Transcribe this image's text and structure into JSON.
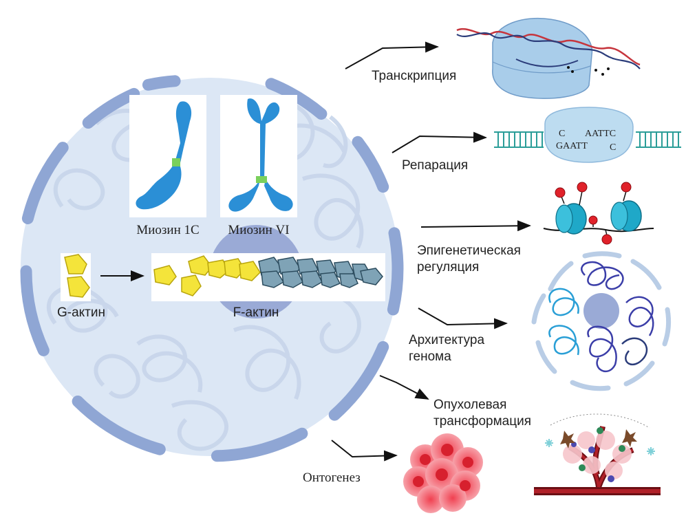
{
  "labels": {
    "myosin_1c": "Миозин 1С",
    "myosin_6": "Миозин VI",
    "g_actin": "G-актин",
    "f_actin": "F-актин",
    "transcription": "Транскрипция",
    "repair": "Репарация",
    "epigenetic_line1": "Эпигенетическая",
    "epigenetic_line2": "регуляция",
    "architecture_line1": "Архитектура",
    "architecture_line2": "генома",
    "tumor_line1": "Опухолевая",
    "tumor_line2": "трансформация",
    "ontogenesis": "Онтогенез"
  },
  "repair_dna": {
    "top_left": "C",
    "top_right": "AATTC",
    "bottom_left": "GAATT",
    "bottom_right": "C"
  },
  "colors": {
    "nucleus_fill": "#dbe6f4",
    "lamina": "#8fa6d4",
    "nucleolus": "#9aaad6",
    "myosin": "#2b8fd6",
    "g_actin": "#f4e43a",
    "f_actin_blue": "#7fa3b6",
    "arrow": "#111111",
    "histone": "#1fa8c8",
    "methyl": "#e0222a",
    "tumor_red": "#e8404a"
  },
  "icons": [
    "transcription-complex-icon",
    "dna-repair-icon",
    "nucleosome-methylation-icon",
    "nucleus-architecture-icon",
    "tumor-vessel-icon",
    "cell-cluster-icon"
  ]
}
